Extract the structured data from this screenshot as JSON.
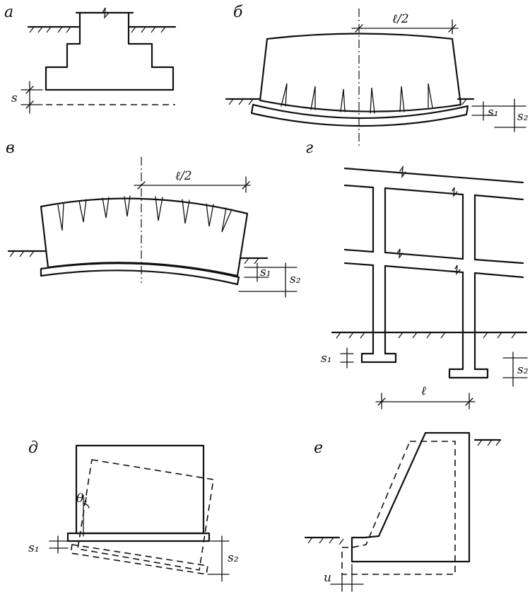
{
  "panels": {
    "a": "а",
    "b": "б",
    "v": "в",
    "g": "г",
    "d": "д",
    "e": "е"
  },
  "dims": {
    "s": "s",
    "l_half_b": "ℓ/2",
    "l_half_v": "ℓ/2",
    "s1_b": "s₁",
    "s2_b": "s₂",
    "s1_v": "s₁",
    "s2_v": "s₂",
    "s1_g": "s₁",
    "s2_g": "s₂",
    "l_g": "ℓ",
    "theta": "θ₁",
    "s1_d": "s₁",
    "s2_d": "s₂",
    "u": "u"
  }
}
